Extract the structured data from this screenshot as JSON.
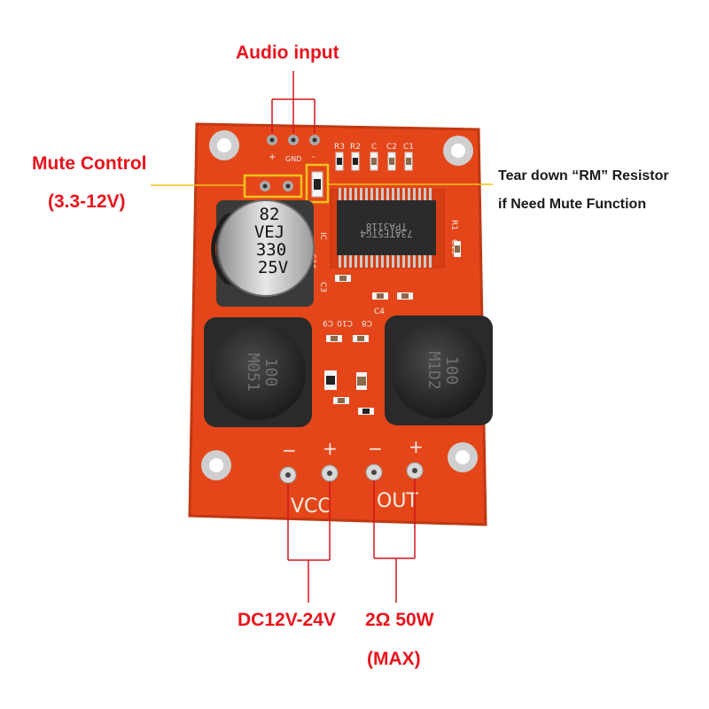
{
  "annotations": {
    "audio_input": "Audio input",
    "mute_control": "Mute Control",
    "mute_voltage": "(3.3-12V)",
    "tear_down_line1": "Tear down “RM” Resistor",
    "tear_down_line2": "if Need Mute Function",
    "power_spec": "DC12V-24V",
    "output_spec": "2Ω 50W",
    "output_max": "(MAX)"
  },
  "board_silkscreen": {
    "input_pins": [
      "+",
      "GND",
      "-"
    ],
    "top_parts": [
      "R3",
      "R2",
      "C",
      "C2",
      "C1"
    ],
    "ic_marking_line1": "TPA3118",
    "ic_marking_line2": "73ATF5TG4",
    "side_parts": [
      "R1",
      "C15",
      "IC",
      "C16",
      "C3",
      "C4",
      "C9",
      "C10",
      "C8"
    ],
    "capacitor_lines": [
      "82",
      "VEJ",
      "330",
      "25V"
    ],
    "inductor_left_lines": [
      "100",
      "M051"
    ],
    "inductor_right_lines": [
      "100",
      "M1D2"
    ],
    "power_signs": [
      "−",
      "+"
    ],
    "power_label": "VCC",
    "output_signs": [
      "−",
      "+"
    ],
    "output_label": "OUT"
  },
  "colors": {
    "annotation_red": "#e8141c",
    "board_orange": "#e4461a",
    "highlight_yellow": "#f2c21a",
    "bracket_red": "#d0171b"
  }
}
